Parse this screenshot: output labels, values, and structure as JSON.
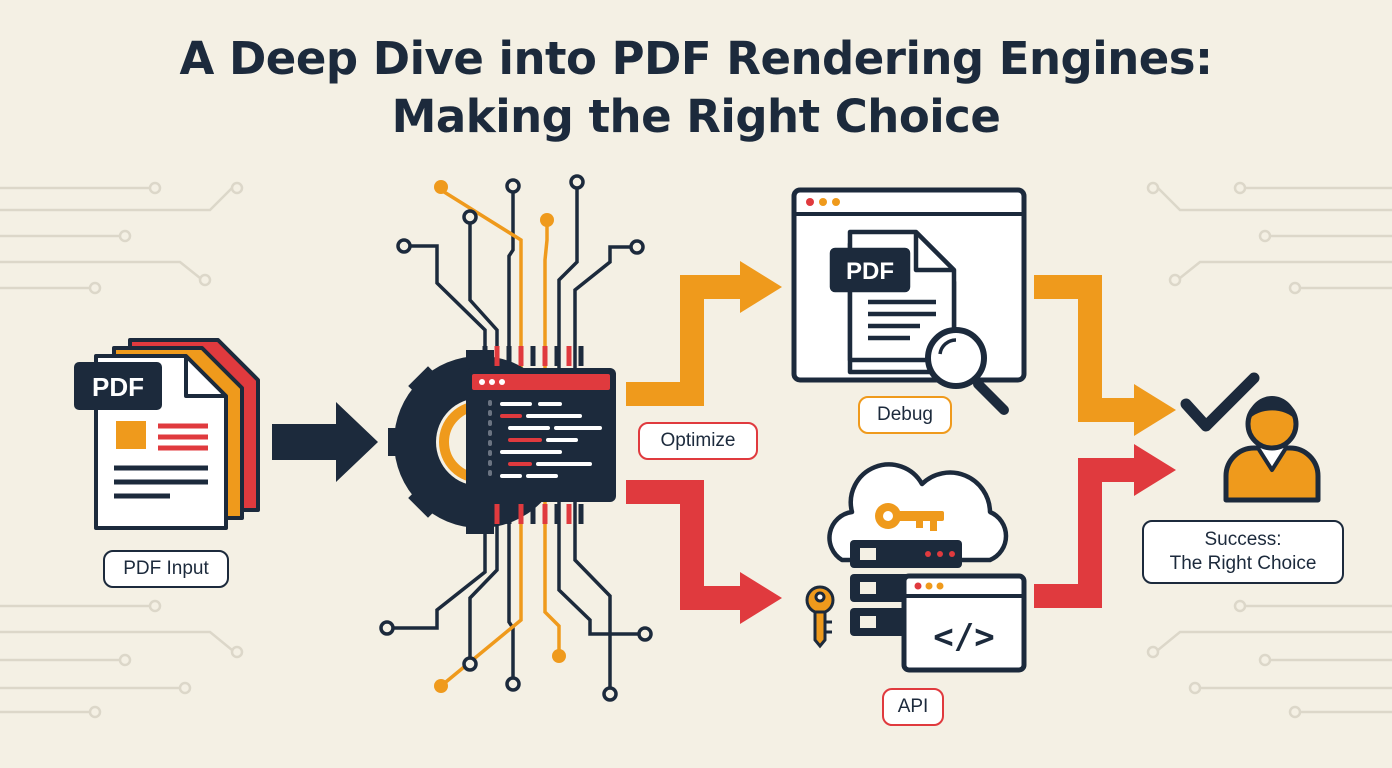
{
  "title": {
    "line1": "A Deep Dive into PDF Rendering Engines:",
    "line2": "Making the Right Choice"
  },
  "labels": {
    "pdf_input": "PDF Input",
    "optimize": "Optimize",
    "debug": "Debug",
    "api": "API",
    "success_line1": "Success:",
    "success_line2": "The Right Choice"
  },
  "icons": {
    "pdf_stack_badge": "PDF",
    "browser_pdf_badge": "PDF",
    "code_symbol": "</>"
  },
  "colors": {
    "navy": "#1c2a3c",
    "orange": "#ef9a1c",
    "red": "#e03a3e",
    "background": "#f4f0e4"
  }
}
